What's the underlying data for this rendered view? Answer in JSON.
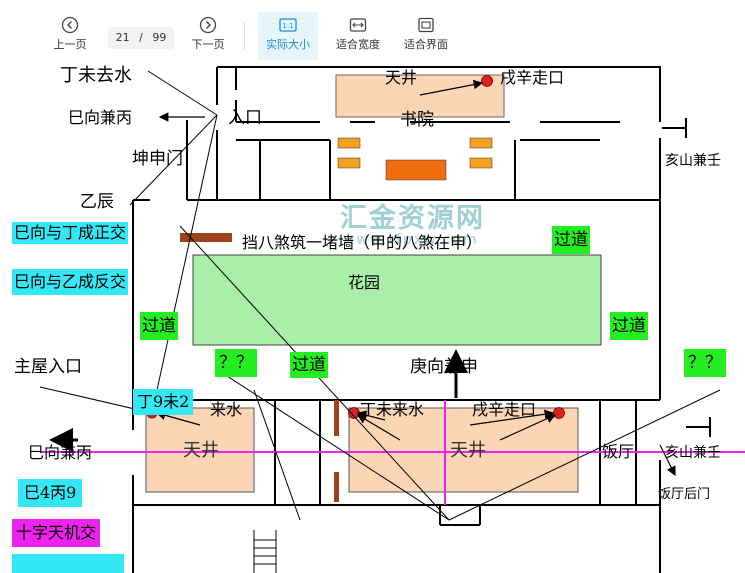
{
  "toolbar": {
    "prev_label": "上一页",
    "next_label": "下一页",
    "current_page": "21",
    "page_sep": "/",
    "total_pages": "99",
    "actual_size_label": "实际大小",
    "actual_size_icon_text": "1:1",
    "fit_width_label": "适合宽度",
    "fit_page_label": "适合界面"
  },
  "plan": {
    "ding_wei_qu_shui": "丁未去水",
    "si_xiang_jian_bing_top": "巳向兼丙",
    "entrance": "入口",
    "kun_shen_men": "坤申门",
    "yi_chen": "乙辰",
    "tian_jing_top": "天井",
    "xu_xin_zou_kou_top": "戌辛走口",
    "shu_yuan": "书院",
    "hai_shan_jian_ren_top": "亥山兼壬",
    "si_ding_zheng_jiao": "巳向与丁成正交",
    "si_yi_fan_jiao": "巳向与乙成反交",
    "wall_note": "挡八煞筑一堵墙（甲的八煞在申）",
    "guo_dao_top_right": "过道",
    "hua_yuan": "花园",
    "guo_dao_left": "过道",
    "guo_dao_right": "过道",
    "guo_dao_bottom": "过道",
    "qq_left": "？？",
    "qq_right": "？？",
    "zhu_wu_ru_kou": "主屋入口",
    "geng_xiang_jian_shen": "庚向兼申",
    "ding_wei_lai_shui_box": "丁9未2",
    "lai_shui": "来水",
    "ding_wei_lai_shui_mid": "丁未来水",
    "xu_xin_zou_kou_mid": "戌辛走口",
    "si_xiang_jian_bing_bottom": "巳向兼丙",
    "tian_jing_left": "天井",
    "tian_jing_mid": "天井",
    "fan_ting": "饭厅",
    "hai_shan_jian_ren_bottom": "亥山兼壬",
    "si_bing_numbers": "巳4丙9",
    "fan_ting_hou_men": "饭厅后门",
    "shi_zi_tian_ji_jiao": "十字天机交"
  },
  "watermark": {
    "title": "汇金资源网",
    "url": "www.tfpxw.com"
  },
  "colors": {
    "accent": "#1a8dd2",
    "cyan_label": "#33e8f4",
    "green_label": "#22ee22",
    "magenta_label": "#ee22ee",
    "courtyard": "#fcd5b4",
    "garden": "#a8f0a8",
    "axis_line": "#ee22ee"
  }
}
